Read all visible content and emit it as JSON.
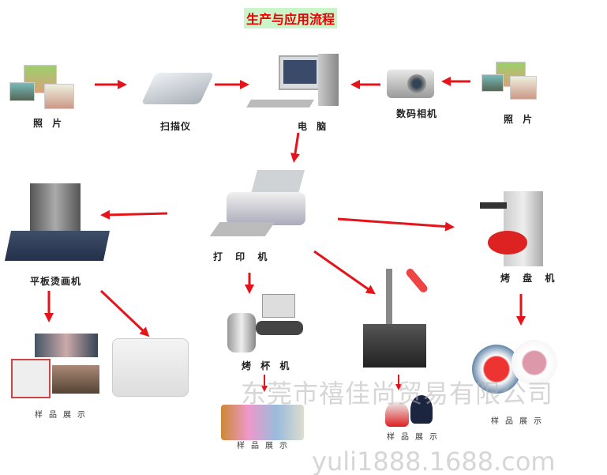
{
  "title": "生产与应用流程",
  "nodes": {
    "photo_left": "照 片",
    "scanner": "扫描仪",
    "computer": "电 脑",
    "camera": "数码相机",
    "photo_right": "照 片",
    "printer": "打 印 机",
    "flat_press": "平板烫画机",
    "plate_press": "烤 盘 机",
    "mug_press": "烤 杯 机"
  },
  "samples": [
    "样品展示",
    "样品展示",
    "样品展示",
    "样品展示"
  ],
  "watermark": {
    "company": "东莞市禧佳尚贸易有限公司",
    "site": "yuli1888.1688.com"
  },
  "colors": {
    "arrow": "#e5141b",
    "title_text": "#ee0000",
    "title_bg": "#c9f5c9"
  }
}
